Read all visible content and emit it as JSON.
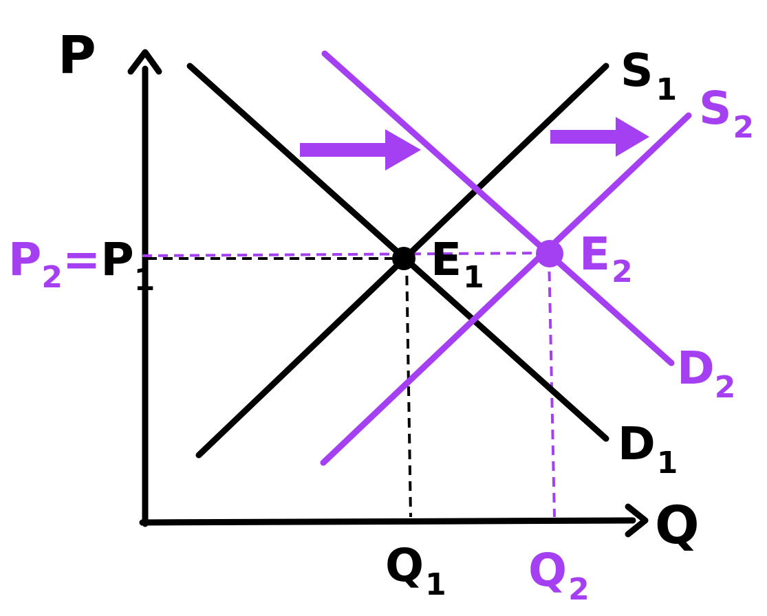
{
  "colors": {
    "original": "#000000",
    "shifted": "#a43ff2",
    "background": "#ffffff"
  },
  "axes": {
    "y_label": "P",
    "x_label": "Q"
  },
  "curves": {
    "s1": {
      "main": "S",
      "sub": "1"
    },
    "s2": {
      "main": "S",
      "sub": "2"
    },
    "d1": {
      "main": "D",
      "sub": "1"
    },
    "d2": {
      "main": "D",
      "sub": "2"
    }
  },
  "equilibria": {
    "e1": {
      "main": "E",
      "sub": "1"
    },
    "e2": {
      "main": "E",
      "sub": "2"
    }
  },
  "price_label": {
    "p2_main": "P",
    "p2_sub": "2",
    "equals": "=",
    "p1_main": "P",
    "p1_sub": "1"
  },
  "quantity_labels": {
    "q1": {
      "main": "Q",
      "sub": "1"
    },
    "q2": {
      "main": "Q",
      "sub": "2"
    }
  },
  "icons": [
    "demand-shift-arrow-icon",
    "supply-shift-arrow-icon"
  ]
}
